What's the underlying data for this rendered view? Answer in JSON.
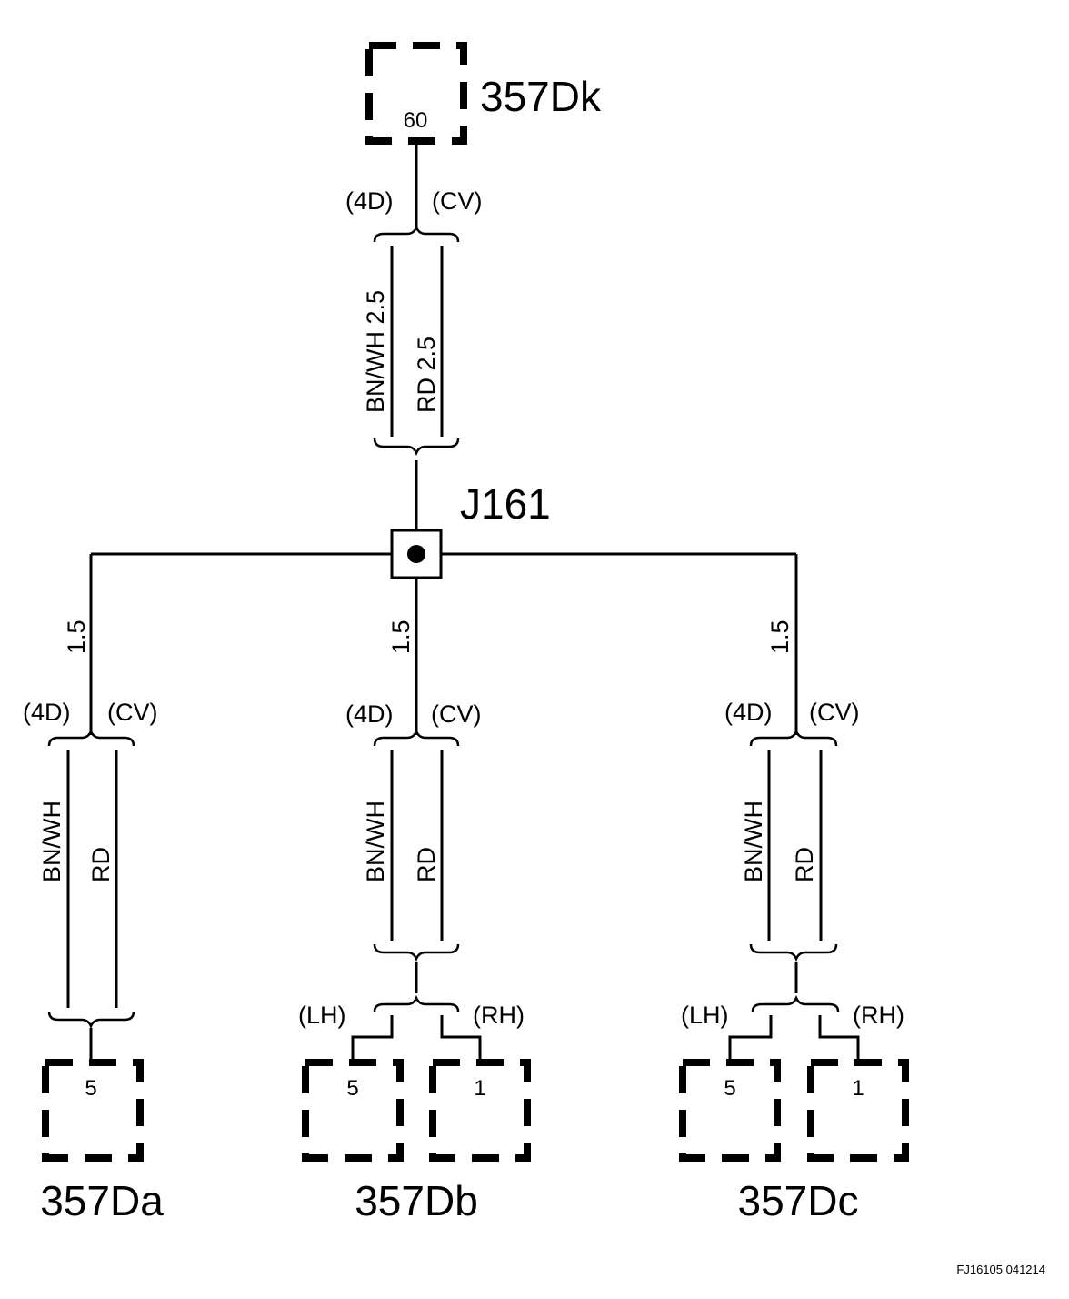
{
  "connectors": {
    "top": {
      "name": "357Dk",
      "pin": "60"
    },
    "a": {
      "name": "357Da",
      "pin": "5"
    },
    "b": {
      "name": "357Db",
      "pin_left": "5",
      "pin_right": "1"
    },
    "c": {
      "name": "357Dc",
      "pin_left": "5",
      "pin_right": "1"
    }
  },
  "splice": {
    "name": "J161"
  },
  "harness_labels": {
    "left": "(4D)",
    "right": "(CV)",
    "lh": "(LH)",
    "rh": "(RH)"
  },
  "wires": {
    "top": {
      "left": "BN/WH  2.5",
      "right": "RD  2.5"
    },
    "branch_gauge": "1.5",
    "branch_left": "BN/WH",
    "branch_right": "RD"
  },
  "footer": {
    "code": "FJ16105 041214"
  }
}
